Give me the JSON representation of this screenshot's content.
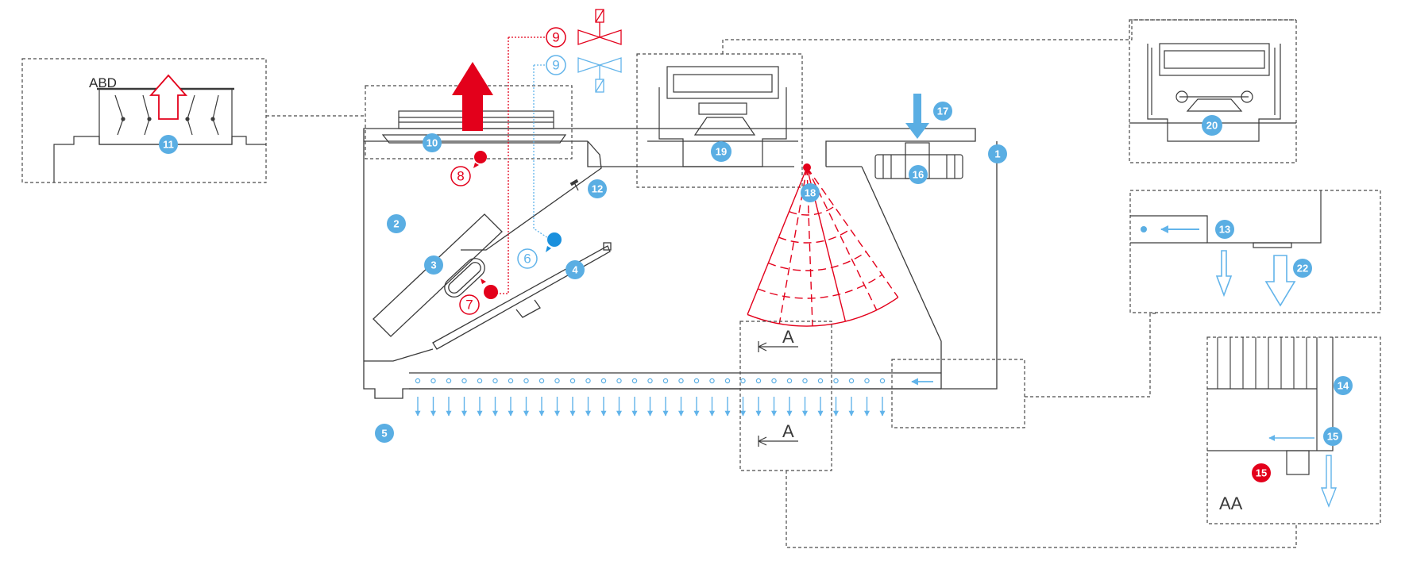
{
  "colors": {
    "line": "#3a3a3a",
    "dash": "#4a4a4a",
    "blue_badge": "#5aaee3",
    "blue_arrow": "#62b4ea",
    "red": "#e3001b",
    "red_badge": "#e3001b"
  },
  "labels": {
    "abd": "ABD",
    "aa": "AA",
    "section_a_top": "A",
    "section_a_bottom": "A"
  },
  "badges": {
    "b1": "1",
    "b2": "2",
    "b3": "3",
    "b4": "4",
    "b5": "5",
    "b6": "6",
    "b7": "7",
    "b8": "8",
    "b9_red": "9",
    "b9_blue": "9",
    "b10": "10",
    "b11": "11",
    "b12": "12",
    "b13": "13",
    "b14": "14",
    "b15": "15",
    "b15_red": "15",
    "b16": "16",
    "b17": "17",
    "b18": "18",
    "b19": "19",
    "b20": "20",
    "b22": "22"
  },
  "icons": {
    "exhaust_arrow": "exhaust-up-arrow-icon",
    "supply_arrow": "supply-down-arrow-icon",
    "valve_red": "valve-red-icon",
    "valve_blue": "valve-blue-icon",
    "sensor": "sensor-fan-icon"
  }
}
